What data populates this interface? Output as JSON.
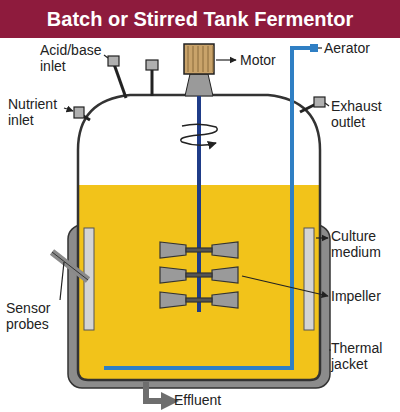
{
  "diagram": {
    "title": "Batch or Stirred Tank Fermentor",
    "labels": [
      "Acid/base inlet",
      "Motor",
      "Aerator",
      "Nutrient inlet",
      "Exhaust outlet",
      "Culture medium",
      "Sensor probes",
      "Impeller",
      "Thermal jacket",
      "Effluent"
    ]
  }
}
